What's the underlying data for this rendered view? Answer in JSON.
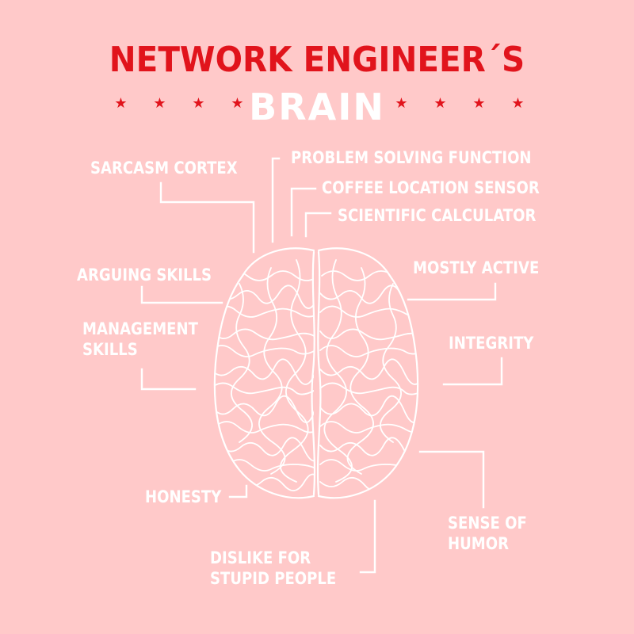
{
  "header": {
    "title": "NETWORK ENGINEER´S",
    "subtitle": "BRAIN",
    "star_glyph": "★",
    "title_color": "#e1141c",
    "background_color": "#ffc9c9",
    "text_color": "#ffffff"
  },
  "labels": {
    "sarcasm": "SARCASM CORTEX",
    "problem": "PROBLEM SOLVING FUNCTION",
    "coffee": "COFFEE LOCATION SENSOR",
    "calculator": "SCIENTIFIC CALCULATOR",
    "arguing": "ARGUING SKILLS",
    "mostly_active": "MOSTLY ACTIVE",
    "management_1": "MANAGEMENT",
    "management_2": "SKILLS",
    "integrity": "INTEGRITY",
    "honesty": "HONESTY",
    "sense_1": "SENSE OF",
    "sense_2": "HUMOR",
    "dislike_1": "DISLIKE FOR",
    "dislike_2": "STUPID PEOPLE"
  },
  "illustration": {
    "subject": "brain-top-view-illustration"
  }
}
